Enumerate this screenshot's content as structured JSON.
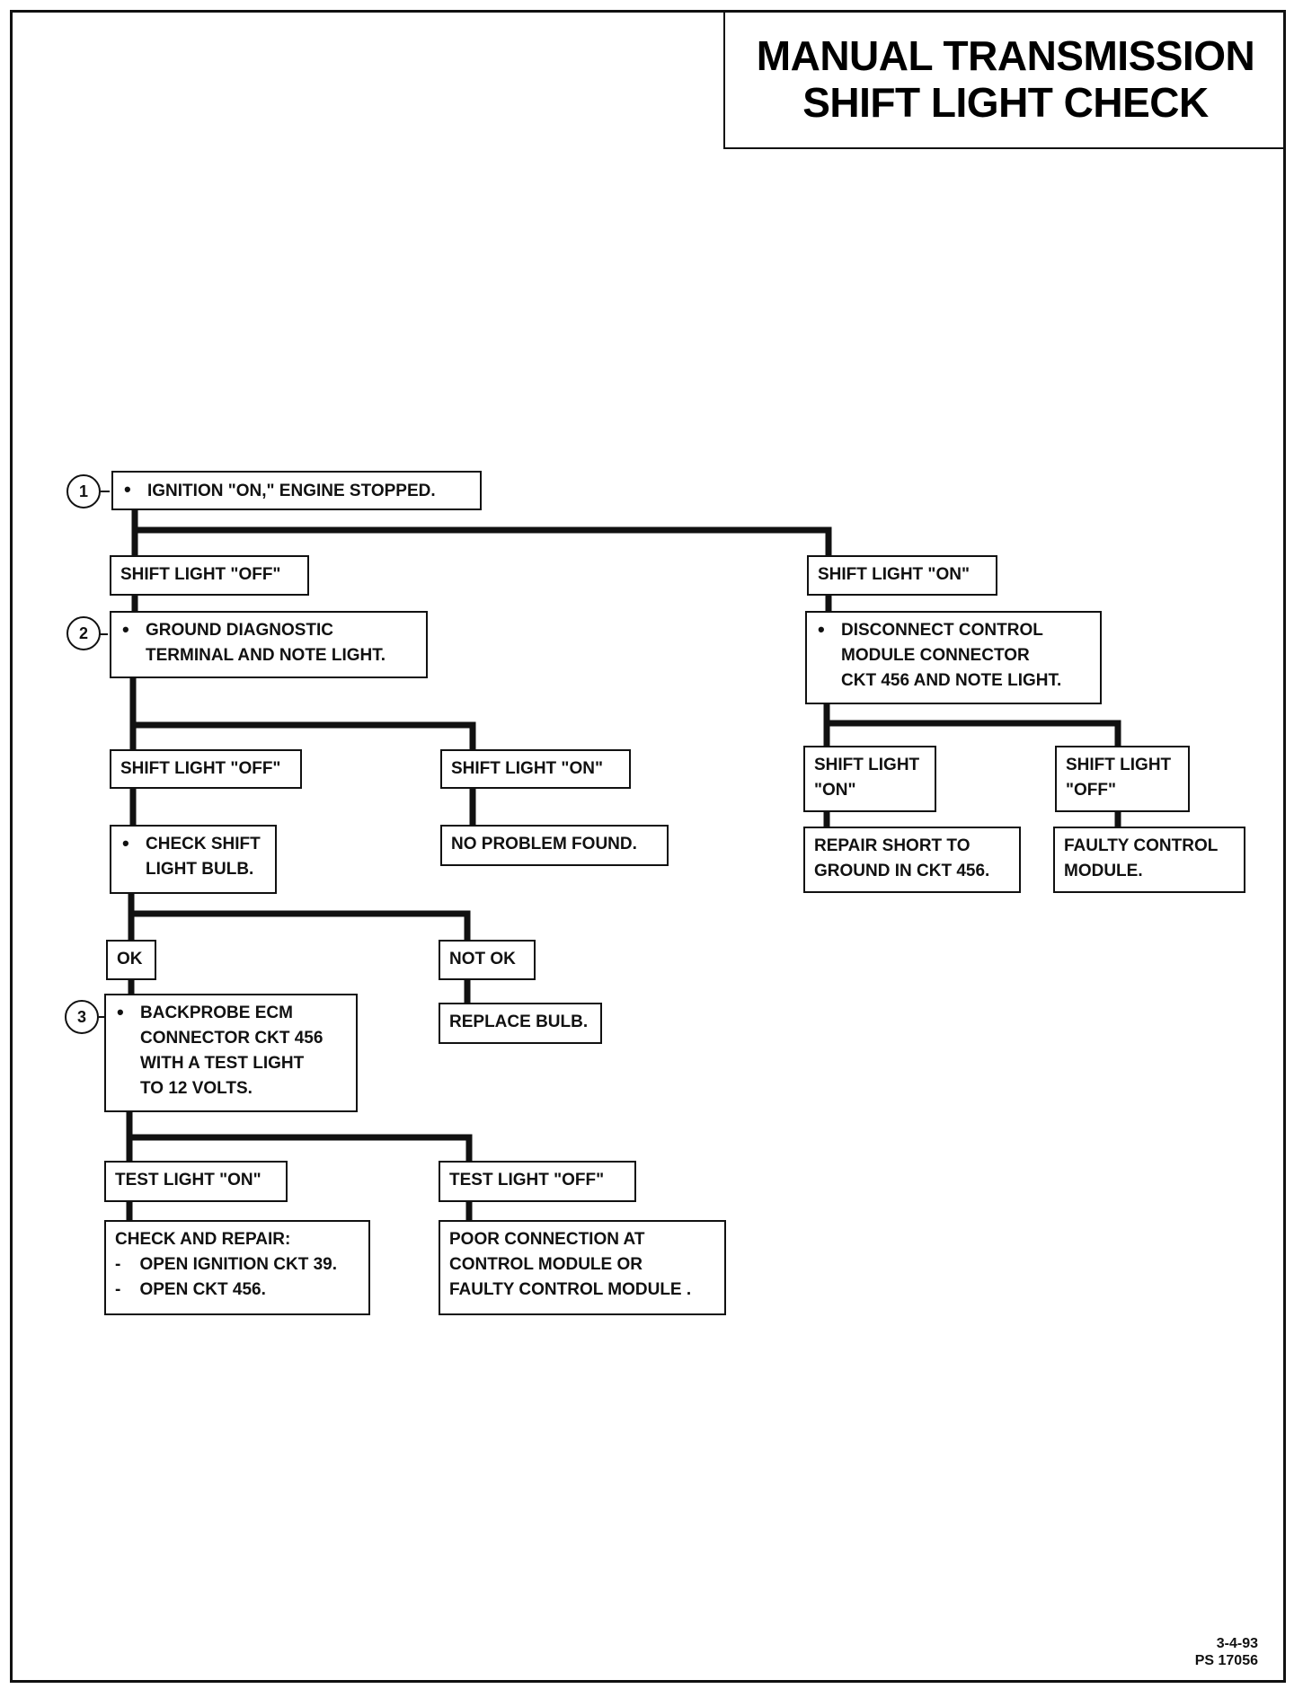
{
  "title": {
    "line1": "MANUAL TRANSMISSION",
    "line2": "SHIFT LIGHT CHECK"
  },
  "steps": {
    "s1": "1",
    "s2": "2",
    "s3": "3"
  },
  "nodes": {
    "ignition": "IGNITION \"ON,\" ENGINE STOPPED.",
    "shift_off_1": "SHIFT LIGHT \"OFF\"",
    "shift_on_1": "SHIFT LIGHT \"ON\"",
    "ground_diag": [
      "GROUND DIAGNOSTIC",
      "TERMINAL AND NOTE LIGHT."
    ],
    "disconnect": [
      "DISCONNECT CONTROL",
      "MODULE CONNECTOR",
      "CKT 456 AND NOTE LIGHT."
    ],
    "shift_off_2": "SHIFT LIGHT \"OFF\"",
    "shift_on_2": "SHIFT LIGHT \"ON\"",
    "shift_on_3": [
      "SHIFT LIGHT",
      "\"ON\""
    ],
    "shift_off_3": [
      "SHIFT LIGHT",
      "\"OFF\""
    ],
    "check_bulb": [
      "CHECK SHIFT",
      "LIGHT BULB."
    ],
    "no_problem": "NO PROBLEM FOUND.",
    "repair_short": [
      "REPAIR SHORT TO",
      "GROUND IN CKT 456."
    ],
    "faulty_module": [
      "FAULTY CONTROL",
      "MODULE."
    ],
    "ok": "OK",
    "not_ok": "NOT OK",
    "replace_bulb": "REPLACE BULB.",
    "backprobe": [
      "BACKPROBE ECM",
      "CONNECTOR CKT 456",
      "WITH A TEST LIGHT",
      "TO 12 VOLTS."
    ],
    "test_on": "TEST LIGHT \"ON\"",
    "test_off": "TEST LIGHT \"OFF\"",
    "check_repair": [
      "CHECK AND REPAIR:",
      "-    OPEN IGNITION CKT 39.",
      "-    OPEN CKT 456."
    ],
    "poor_conn": [
      "POOR CONNECTION AT",
      "CONTROL MODULE OR",
      "FAULTY CONTROL MODULE ."
    ]
  },
  "ref": {
    "date": "3-4-93",
    "code": "PS 17056"
  }
}
